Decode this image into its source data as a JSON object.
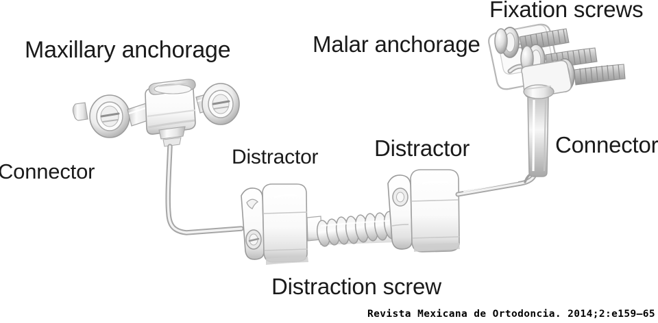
{
  "figure": {
    "kind": "medical-device-diagram",
    "subject": "bone-borne maxillary distraction device",
    "background_color": "#ffffff",
    "label_color": "#1a1a1a",
    "metal_light": "#fdfdfd",
    "metal_mid": "#d8d8d8",
    "metal_dark": "#9a9a9a",
    "outline_color": "#8c8c8c"
  },
  "labels": {
    "maxillary_anchorage": "Maxillary anchorage",
    "malar_anchorage": "Malar anchorage",
    "fixation_screws": "Fixation screws",
    "connector_left": "Connector",
    "connector_right": "Connector",
    "distractor_left": "Distractor",
    "distractor_right": "Distractor",
    "distraction_screw": "Distraction screw"
  },
  "citation": {
    "text": "Revista Mexicana de Ortodoncia. 2014;2:e159–65"
  }
}
